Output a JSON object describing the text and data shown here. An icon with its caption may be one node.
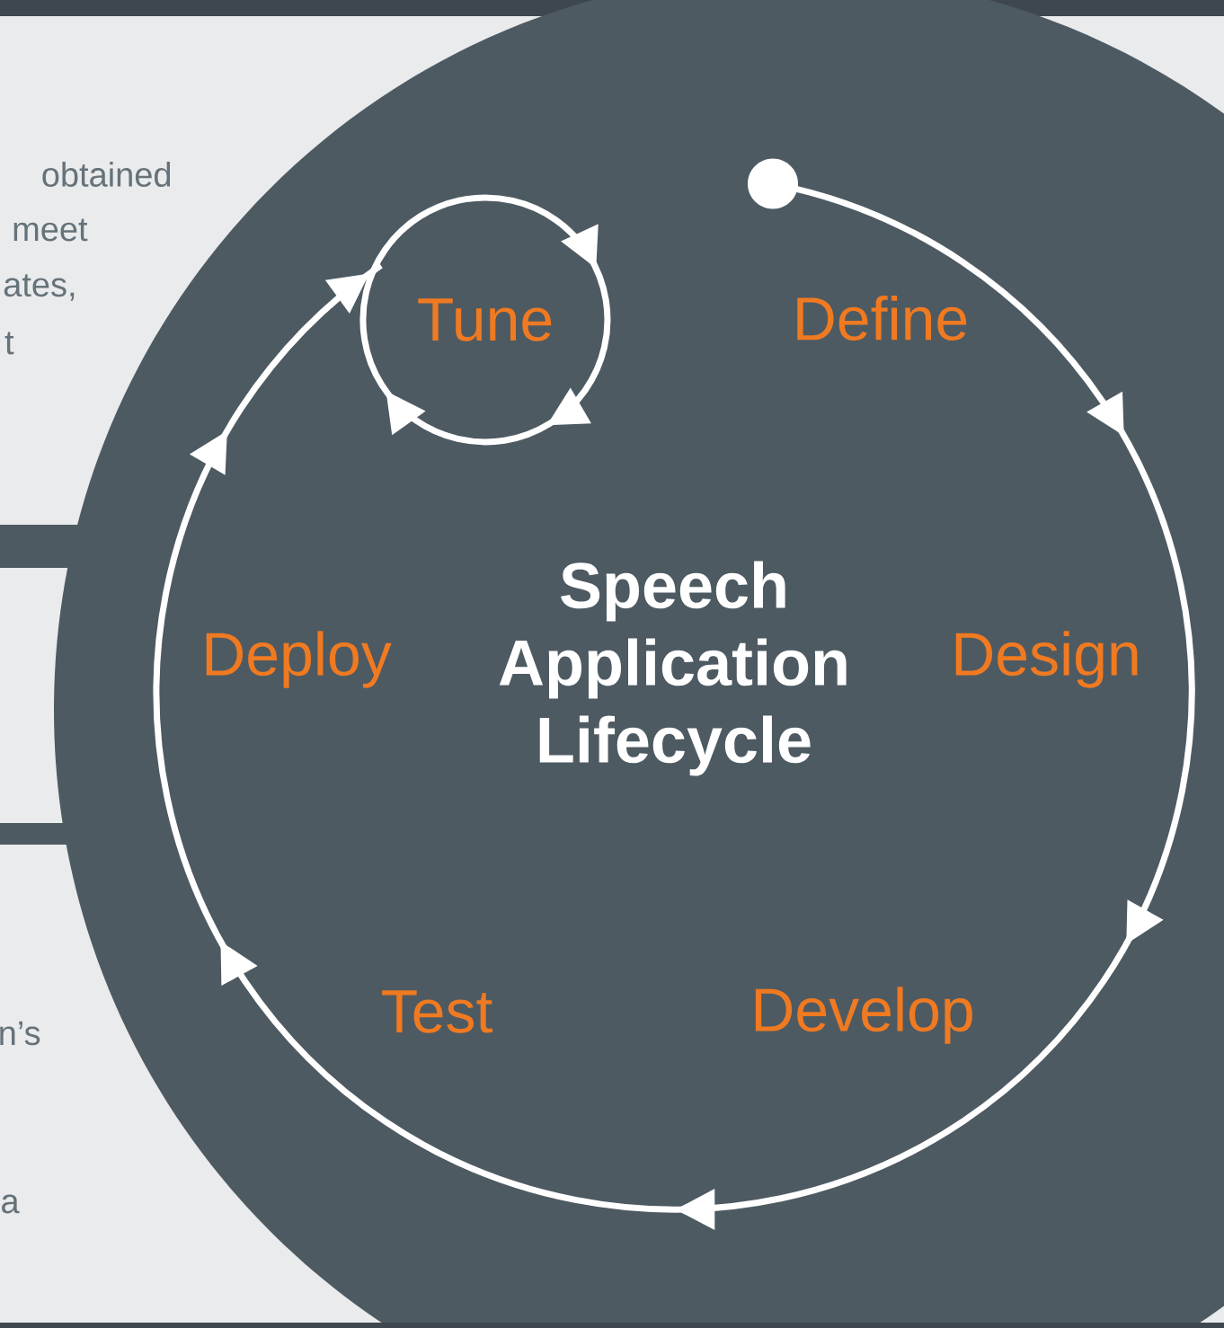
{
  "diagram": {
    "nodes": [
      {
        "text": [],
        "shape": "circle"
      },
      {
        "text": [
          "Tune"
        ]
      }
    ],
    "edges": [
      {
        "from": 0,
        "to": 1,
        "arrow": "to"
      }
    ],
    "labels": [
      "obtained",
      "meet",
      "ates,",
      "t",
      "Define",
      "Deploy",
      "Speech Application Lifecycle",
      "Design",
      "Test",
      "Develop",
      "n’s",
      "a"
    ]
  }
}
